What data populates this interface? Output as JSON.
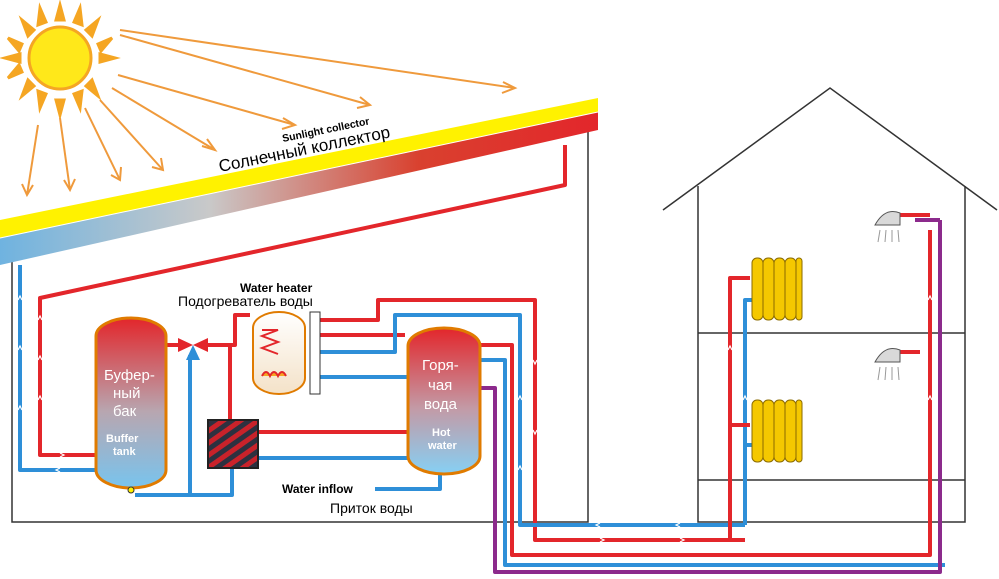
{
  "labels": {
    "collector_en": "Sunlight collector",
    "collector_ru": "Солнечный коллектор",
    "heater_en": "Water heater",
    "heater_ru": "Подогреватель воды",
    "buffer_ru_1": "Буфер-",
    "buffer_ru_2": "ный",
    "buffer_ru_3": "бак",
    "buffer_en_1": "Buffer",
    "buffer_en_2": "tank",
    "hot_ru_1": "Горя-",
    "hot_ru_2": "чая",
    "hot_ru_3": "вода",
    "hot_en_1": "Hot",
    "hot_en_2": "water",
    "inflow_en": "Water inflow",
    "inflow_ru": "Приток воды"
  },
  "colors": {
    "hot_pipe": "#e3262b",
    "cold_pipe": "#2e8fd8",
    "return_pipe": "#8c2a8c",
    "sun": "#ffe81a",
    "sun_rays": "#f0a040",
    "collector_yellow": "#fff200",
    "radiator": "#f5c800",
    "tank_outline": "#e07b00",
    "outline": "#333333"
  },
  "icons": [
    "sun-icon",
    "radiator-icon",
    "shower-icon",
    "heat-exchanger-icon",
    "water-heater-icon"
  ]
}
